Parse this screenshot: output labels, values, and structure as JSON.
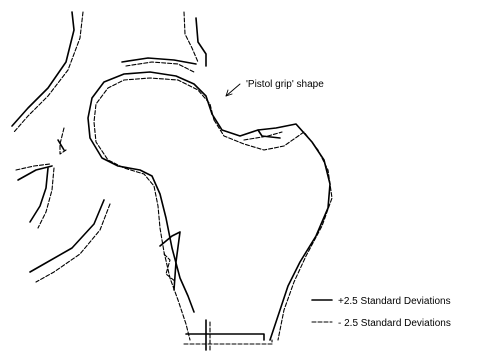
{
  "annotation": {
    "label": "'Pistol grip' shape"
  },
  "legend": {
    "solid_label": "+2.5 Standard Deviations",
    "dashed_label": "- 2.5 Standard Deviations"
  }
}
